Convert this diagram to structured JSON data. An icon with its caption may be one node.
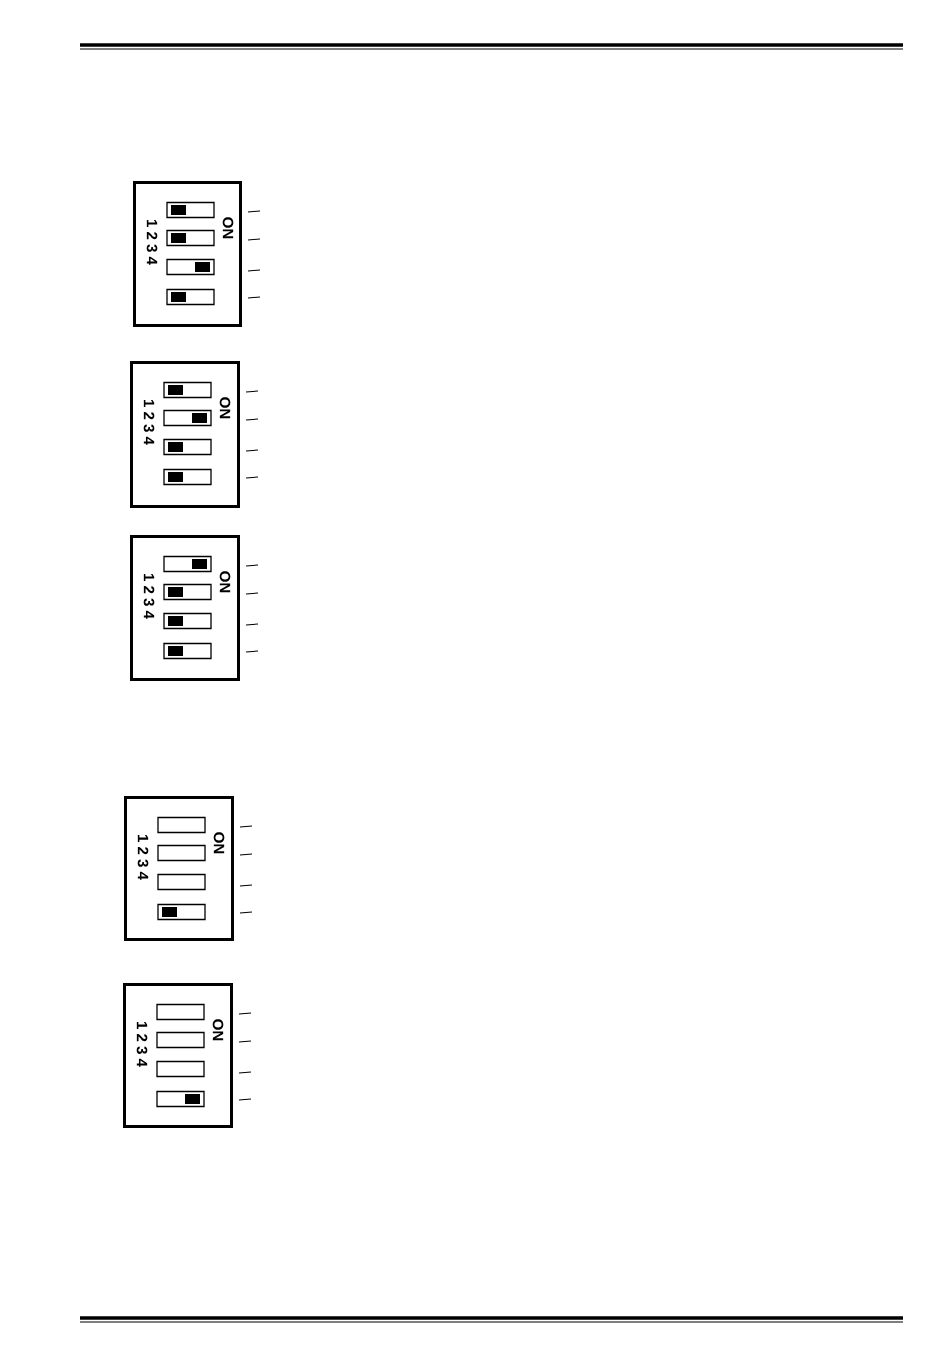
{
  "diagram": {
    "nodes": [
      {
        "text": [
          "1 2 3 4",
          "ON"
        ]
      },
      {
        "text": [],
        "shape": "box",
        "in": 0
      },
      {
        "text": [],
        "shape": "box",
        "in": 0
      },
      {
        "text": [],
        "shape": "box",
        "in": 0
      },
      {
        "text": [],
        "shape": "box",
        "in": 0
      },
      {
        "text": [
          "1 2 3 4",
          "ON"
        ]
      },
      {
        "text": [],
        "shape": "box",
        "in": 5
      },
      {
        "text": [],
        "shape": "box",
        "in": 5
      },
      {
        "text": [],
        "shape": "box",
        "in": 5
      },
      {
        "text": [],
        "shape": "box",
        "in": 5
      },
      {
        "text": [
          "1 2 3 4",
          "ON"
        ]
      },
      {
        "text": [],
        "shape": "box",
        "in": 10
      },
      {
        "text": [],
        "shape": "box",
        "in": 10
      },
      {
        "text": [],
        "shape": "box",
        "in": 10
      },
      {
        "text": [],
        "shape": "box",
        "in": 10
      },
      {
        "text": [
          "1 2 3 4",
          "ON"
        ]
      },
      {
        "text": [],
        "shape": "box",
        "in": 15
      },
      {
        "text": [],
        "shape": "box",
        "in": 15
      },
      {
        "text": [],
        "shape": "box",
        "in": 15
      },
      {
        "text": [],
        "shape": "box",
        "in": 15
      },
      {
        "text": [
          "1 2 3 4",
          "ON"
        ]
      },
      {
        "text": [],
        "shape": "box",
        "in": 20
      },
      {
        "text": [],
        "shape": "box",
        "in": 20
      },
      {
        "text": [],
        "shape": "box",
        "in": 20
      },
      {
        "text": [],
        "shape": "box",
        "in": 20
      }
    ]
  }
}
